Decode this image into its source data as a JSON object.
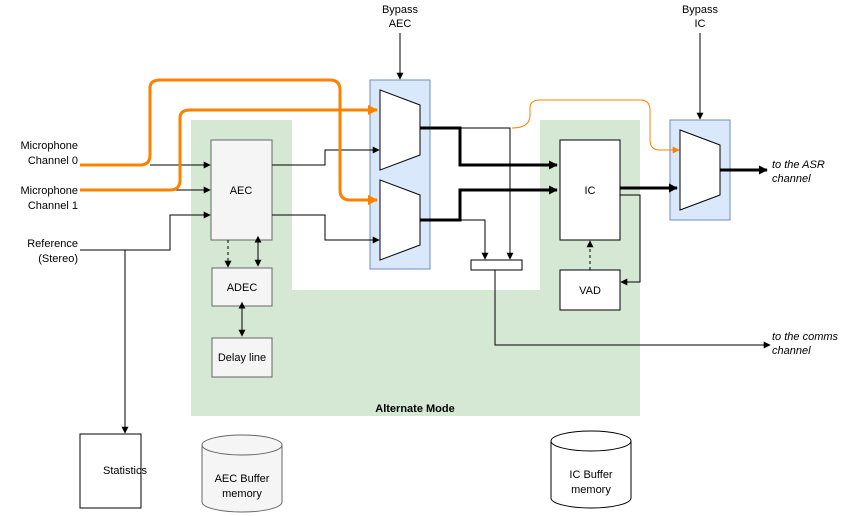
{
  "colors": {
    "green_region": "#d5e8d4",
    "blue_box": "#dae8fc",
    "blue_border": "#6c8ebf",
    "gray_box": "#f5f5f5",
    "gray_border": "#666666",
    "orange": "#ff8000",
    "black": "#000000"
  },
  "labels": {
    "bypass_aec": [
      "Bypass",
      "AEC"
    ],
    "bypass_ic": [
      "Bypass",
      "IC"
    ],
    "mic0": [
      "Microphone",
      "Channel 0"
    ],
    "mic1": [
      "Microphone",
      "Channel 1"
    ],
    "reference": [
      "Reference",
      "(Stereo)"
    ],
    "aec": "AEC",
    "adec": "ADEC",
    "delay_line": "Delay line",
    "ic": "IC",
    "vad": "VAD",
    "statistics": "Statistics",
    "aec_buffer": [
      "AEC Buffer",
      "memory"
    ],
    "ic_buffer": [
      "IC Buffer",
      "memory"
    ],
    "alternate_mode": "Alternate Mode",
    "to_asr": [
      "to the ASR",
      "channel"
    ],
    "to_comms": [
      "to the comms",
      "channel"
    ]
  },
  "icons": [
    "arrowhead-marker",
    "multiplexer-trapezoid",
    "database-cylinder"
  ]
}
